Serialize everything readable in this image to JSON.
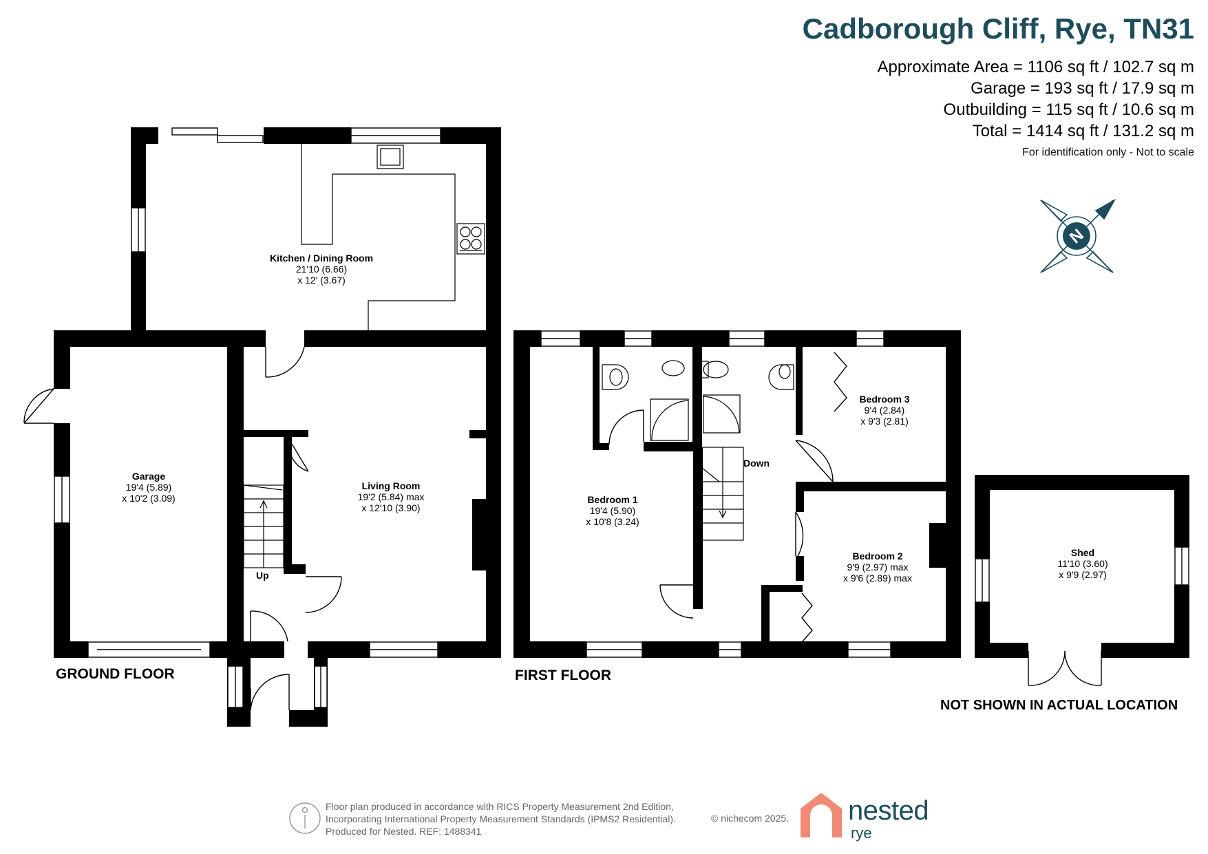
{
  "header": {
    "title": "Cadborough Cliff, Rye, TN31",
    "areas": [
      "Approximate Area = 1106 sq ft / 102.7 sq m",
      "Garage = 193 sq ft / 17.9 sq m",
      "Outbuilding = 115 sq ft / 10.6 sq m",
      "Total = 1414 sq ft / 131.2 sq m"
    ],
    "note": "For identification only - Not to scale"
  },
  "compass": {
    "label": "N",
    "icon": "compass-north-icon",
    "color": "#1d4d5c"
  },
  "rooms": {
    "kitchen": {
      "name": "Kitchen / Dining Room",
      "dim1": "21'10 (6.66)",
      "dim2": "x 12' (3.67)"
    },
    "garage": {
      "name": "Garage",
      "dim1": "19'4 (5.89)",
      "dim2": "x 10'2 (3.09)"
    },
    "living": {
      "name": "Living Room",
      "dim1": "19'2 (5.84) max",
      "dim2": "x 12'10 (3.90)"
    },
    "bedroom1": {
      "name": "Bedroom 1",
      "dim1": "19'4 (5.90)",
      "dim2": "x 10'8 (3.24)"
    },
    "bedroom2": {
      "name": "Bedroom 2",
      "dim1": "9'9 (2.97) max",
      "dim2": "x 9'6 (2.89) max"
    },
    "bedroom3": {
      "name": "Bedroom 3",
      "dim1": "9'4 (2.84)",
      "dim2": "x 9'3 (2.81)"
    },
    "shed": {
      "name": "Shed",
      "dim1": "11'10 (3.60)",
      "dim2": "x 9'9 (2.97)"
    }
  },
  "labels": {
    "ground_floor": "GROUND FLOOR",
    "first_floor": "FIRST FLOOR",
    "not_shown": "NOT SHOWN IN ACTUAL LOCATION",
    "up": "Up",
    "down": "Down"
  },
  "footer": {
    "lines": [
      "Floor plan produced in accordance with RICS Property Measurement 2nd Edition,",
      "Incorporating International Property Measurement Standards (IPMS2 Residential).",
      "Produced for Nested.  REF:  1488341"
    ],
    "copyright": "© nichecom 2025.",
    "brand": "nested",
    "brand_sub": "rye",
    "brand_color": "#1d4d5c",
    "logo_color": "#f08a74"
  }
}
